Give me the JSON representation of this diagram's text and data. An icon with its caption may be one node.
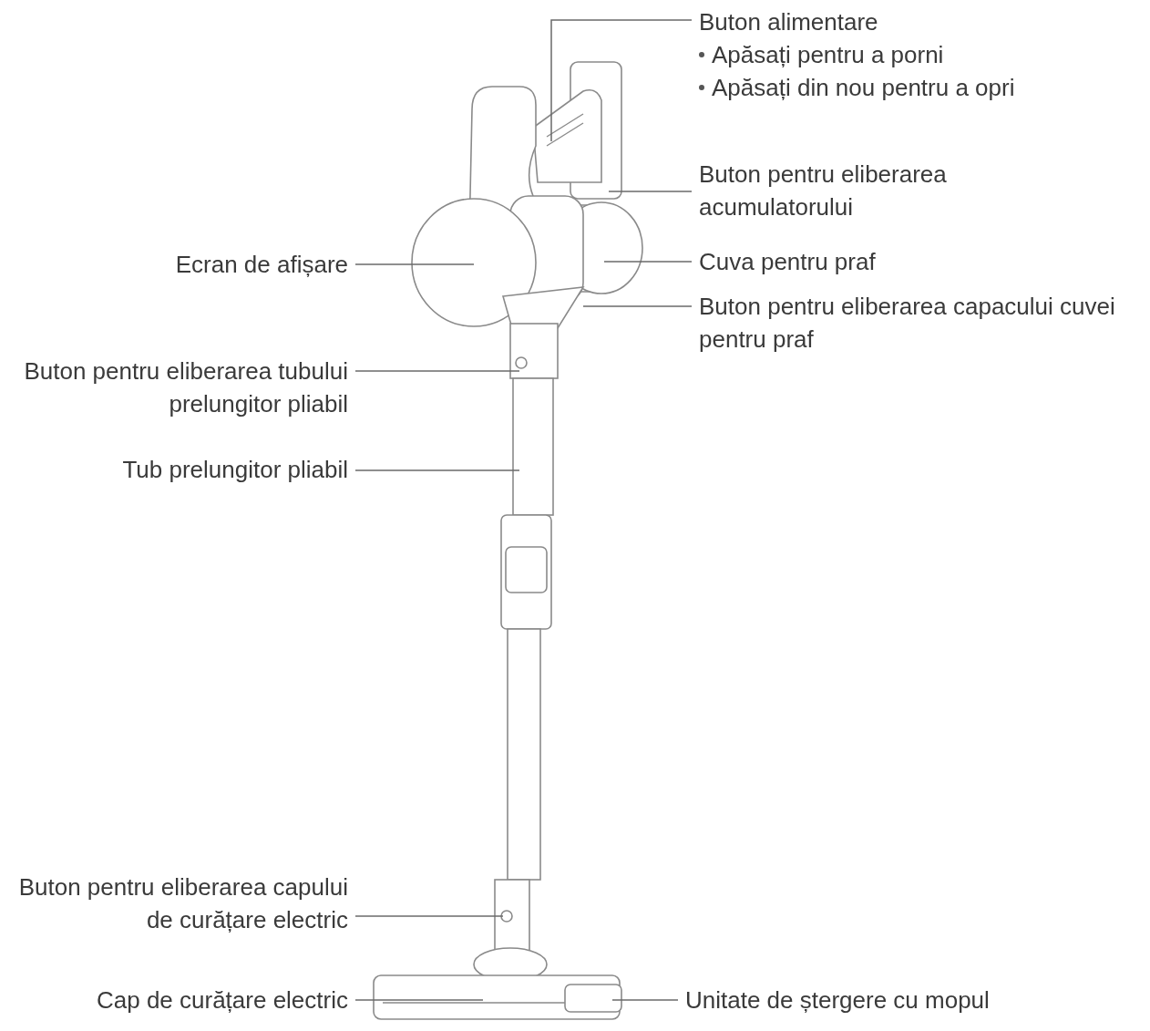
{
  "diagram": {
    "nodes": [
      {
        "text": [
          "Buton alimentare",
          "Apăsați pentru a porni",
          "Apăsați din nou pentru a opri"
        ]
      },
      {
        "text": [
          "Buton pentru eliberarea acumulatorului"
        ]
      },
      {
        "text": [
          "Cuva pentru praf"
        ]
      },
      {
        "text": [
          "Buton pentru eliberarea capacului cuvei pentru praf"
        ]
      },
      {
        "text": [
          "Ecran de afișare"
        ]
      },
      {
        "text": [
          "Buton pentru eliberarea tubului prelungitor pliabil"
        ]
      },
      {
        "text": [
          "Tub prelungitor pliabil"
        ]
      },
      {
        "text": [
          "Buton pentru eliberarea capului de curățare electric"
        ]
      },
      {
        "text": [
          "Cap de curățare electric"
        ]
      },
      {
        "text": [
          "Unitate de ștergere cu mopul"
        ]
      }
    ],
    "edges": [
      {
        "from": 0,
        "to": null,
        "arrow": "none"
      },
      {
        "from": 1,
        "to": null,
        "arrow": "none"
      },
      {
        "from": 2,
        "to": null,
        "arrow": "none"
      },
      {
        "from": 3,
        "to": null,
        "arrow": "none"
      },
      {
        "from": 4,
        "to": null,
        "arrow": "none"
      },
      {
        "from": 5,
        "to": null,
        "arrow": "none"
      },
      {
        "from": 6,
        "to": null,
        "arrow": "none"
      },
      {
        "from": 7,
        "to": null,
        "arrow": "none"
      },
      {
        "from": 8,
        "to": null,
        "arrow": "none"
      },
      {
        "from": 9,
        "to": null,
        "arrow": "none"
      }
    ]
  }
}
